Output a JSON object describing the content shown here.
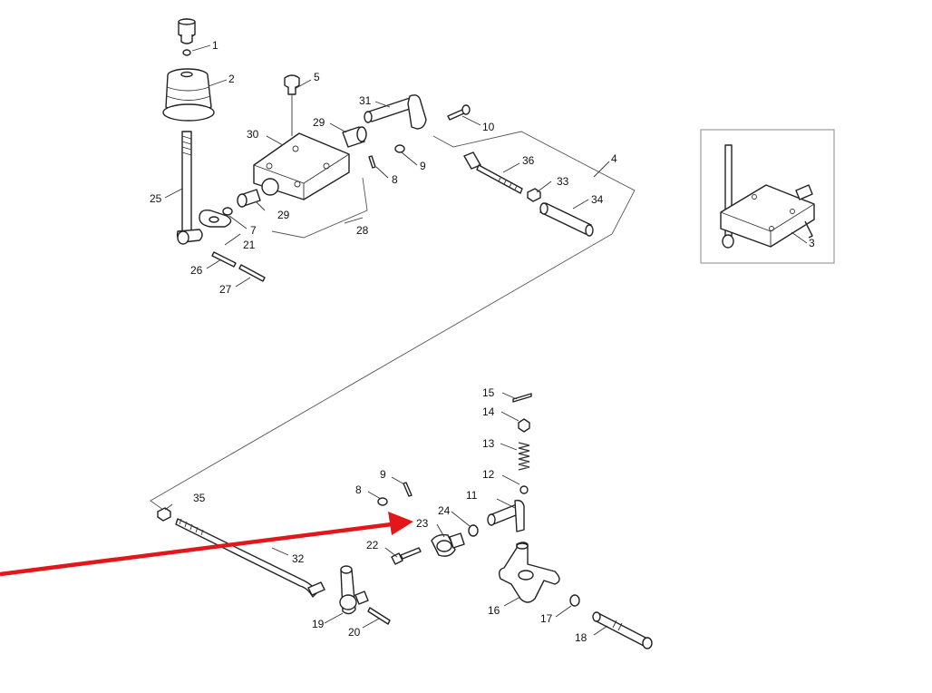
{
  "diagram": {
    "callouts": [
      {
        "id": "1",
        "text": "1"
      },
      {
        "id": "2",
        "text": "2"
      },
      {
        "id": "3",
        "text": "3"
      },
      {
        "id": "4",
        "text": "4"
      },
      {
        "id": "5",
        "text": "5"
      },
      {
        "id": "7",
        "text": "7"
      },
      {
        "id": "8a",
        "text": "8"
      },
      {
        "id": "8b",
        "text": "8"
      },
      {
        "id": "9a",
        "text": "9"
      },
      {
        "id": "9b",
        "text": "9"
      },
      {
        "id": "10",
        "text": "10"
      },
      {
        "id": "11",
        "text": "11"
      },
      {
        "id": "12",
        "text": "12"
      },
      {
        "id": "13",
        "text": "13"
      },
      {
        "id": "14",
        "text": "14"
      },
      {
        "id": "15",
        "text": "15"
      },
      {
        "id": "16",
        "text": "16"
      },
      {
        "id": "17",
        "text": "17"
      },
      {
        "id": "18",
        "text": "18"
      },
      {
        "id": "19",
        "text": "19"
      },
      {
        "id": "20",
        "text": "20"
      },
      {
        "id": "21",
        "text": "21"
      },
      {
        "id": "22",
        "text": "22"
      },
      {
        "id": "23",
        "text": "23"
      },
      {
        "id": "24",
        "text": "24"
      },
      {
        "id": "25",
        "text": "25"
      },
      {
        "id": "26",
        "text": "26"
      },
      {
        "id": "27",
        "text": "27"
      },
      {
        "id": "28",
        "text": "28"
      },
      {
        "id": "29a",
        "text": "29"
      },
      {
        "id": "29b",
        "text": "29"
      },
      {
        "id": "30",
        "text": "30"
      },
      {
        "id": "31",
        "text": "31"
      },
      {
        "id": "32",
        "text": "32"
      },
      {
        "id": "33",
        "text": "33"
      },
      {
        "id": "34",
        "text": "34"
      },
      {
        "id": "35",
        "text": "35"
      },
      {
        "id": "36",
        "text": "36"
      }
    ],
    "highlight": {
      "target_callout": "23",
      "arrow_color": "#e3161a"
    },
    "colors": {
      "line": "#222222",
      "background": "#ffffff",
      "inset_border": "#888888"
    }
  }
}
